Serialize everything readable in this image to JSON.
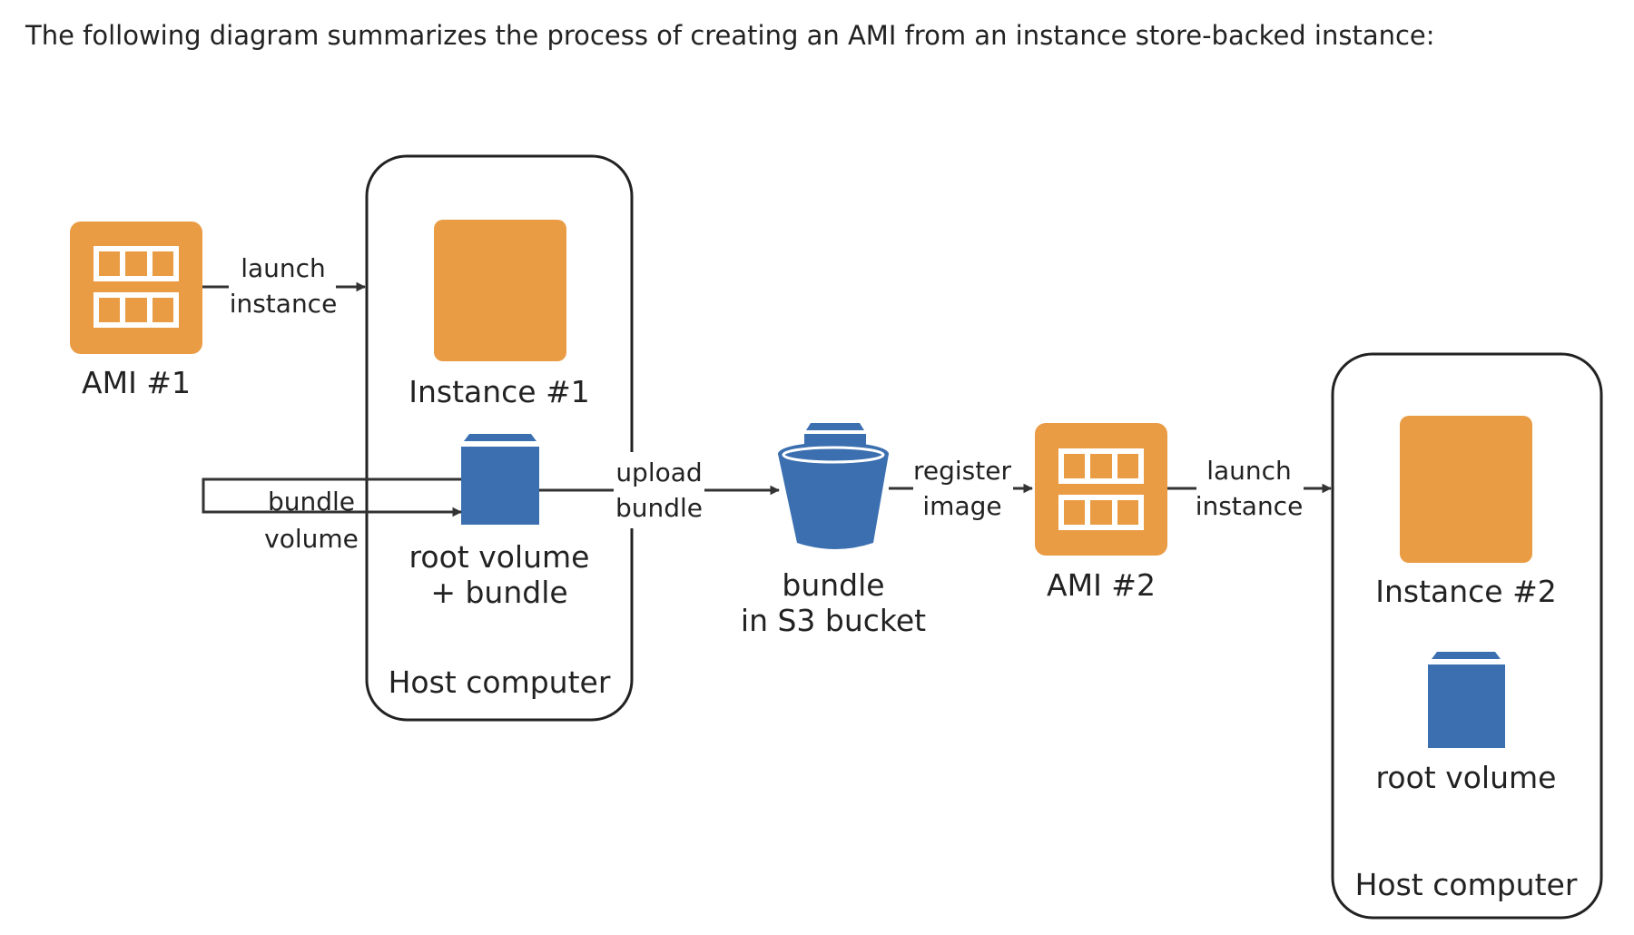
{
  "intro_text": "The following diagram summarizes the process of creating an AMI from an instance store-backed instance:",
  "colors": {
    "orange": "#E99C44",
    "blue": "#3B6FB0",
    "line": "#333333"
  },
  "diagram": {
    "ami1": {
      "label": "AMI #1",
      "icon": "ami-icon"
    },
    "arrow_launch1": {
      "line1": "launch",
      "line2": "instance"
    },
    "host1": {
      "title": "Host computer",
      "instance_label": "Instance #1",
      "instance_icon": "instance-icon",
      "volume_label_line1": "root volume",
      "volume_label_line2": "+ bundle",
      "volume_icon": "volume-icon"
    },
    "arrow_bundle": {
      "line1": "bundle",
      "line2": "volume"
    },
    "arrow_upload": {
      "line1": "upload",
      "line2": "bundle"
    },
    "s3": {
      "line1": "bundle",
      "line2": "in S3 bucket",
      "icon": "s3-bucket-icon"
    },
    "arrow_register": {
      "line1": "register",
      "line2": "image"
    },
    "ami2": {
      "label": "AMI #2",
      "icon": "ami-icon"
    },
    "arrow_launch2": {
      "line1": "launch",
      "line2": "instance"
    },
    "host2": {
      "title": "Host computer",
      "instance_label": "Instance #2",
      "instance_icon": "instance-icon",
      "volume_label": "root volume",
      "volume_icon": "volume-icon"
    }
  }
}
